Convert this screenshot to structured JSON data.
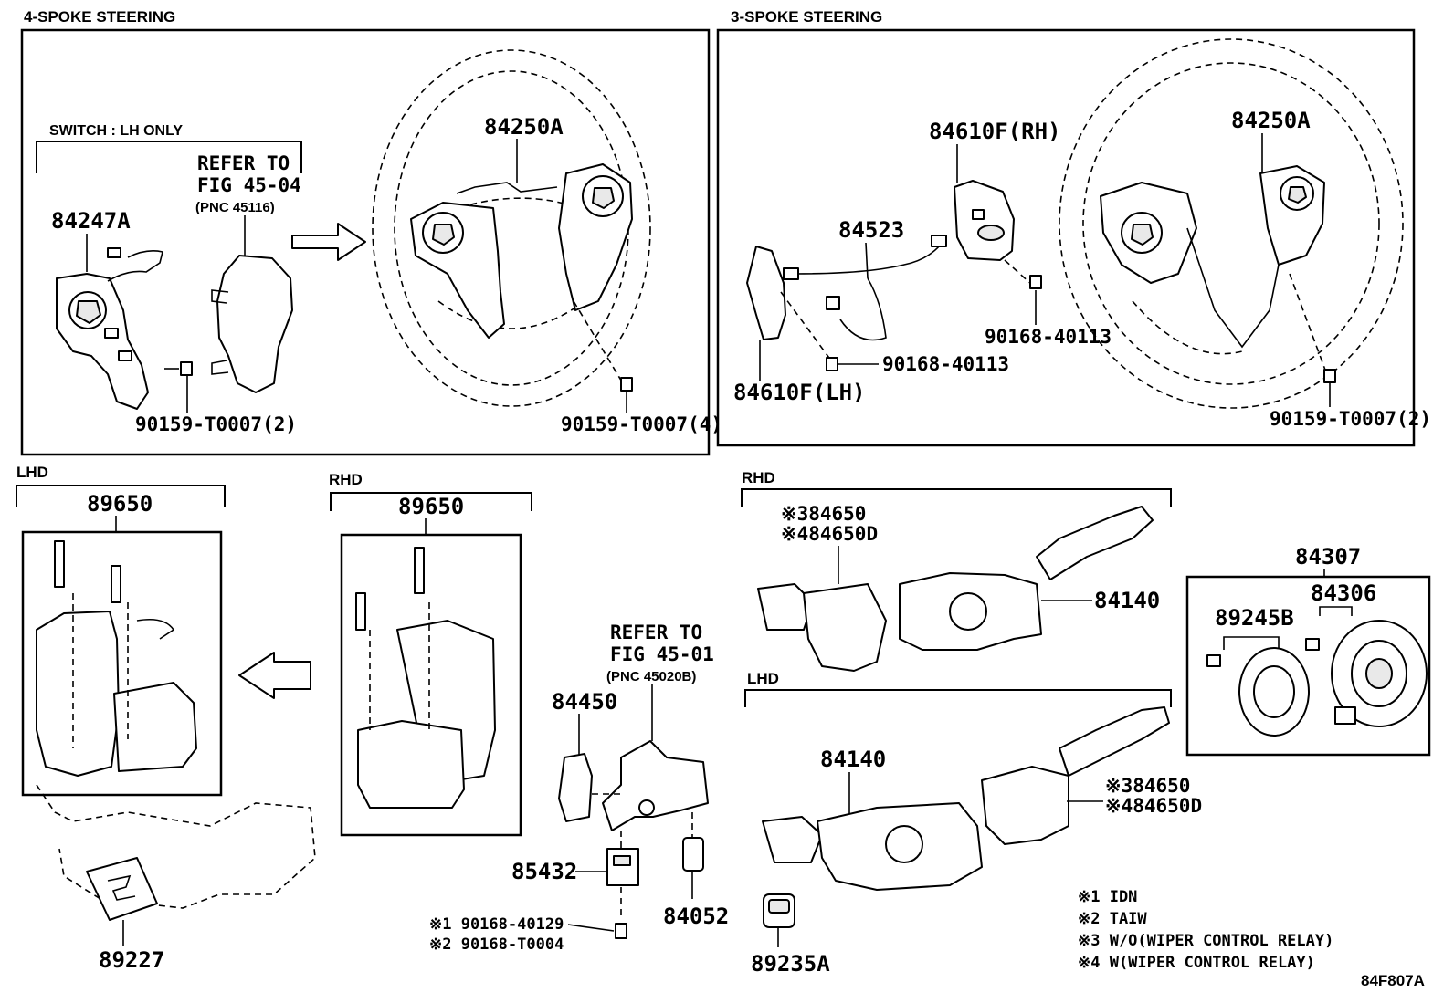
{
  "sections": {
    "four_spoke": "4-SPOKE STEERING",
    "three_spoke": "3-SPOKE STEERING",
    "lhd_left": "LHD",
    "rhd_left": "RHD",
    "rhd_right": "RHD",
    "lhd_right": "LHD"
  },
  "four_spoke": {
    "bracket": "SWITCH : LH ONLY",
    "refer_1": "REFER TO",
    "refer_2": "FIG 45-04",
    "refer_3": "(PNC 45116)",
    "p_84247A": "84247A",
    "p_84250A": "84250A",
    "p_90159_2": "90159-T0007(2)",
    "p_90159_4": "90159-T0007(4)"
  },
  "three_spoke": {
    "p_84610F_RH": "84610F(RH)",
    "p_84523": "84523",
    "p_84250A": "84250A",
    "p_90168_a": "90168-40113",
    "p_90168_b": "90168-40113",
    "p_84610F_LH": "84610F(LH)",
    "p_90159_2": "90159-T0007(2)"
  },
  "column": {
    "lhd_89650": "89650",
    "rhd_89650": "89650",
    "p_89227": "89227",
    "refer_1": "REFER TO",
    "refer_2": "FIG 45-01",
    "refer_3": "(PNC 45020B)",
    "p_84450": "84450",
    "p_85432": "85432",
    "p_84052": "84052",
    "p_90168_40129": "※1 90168-40129",
    "p_90168_T0004": "※2 90168-T0004"
  },
  "combo": {
    "rhd_84650": "※384650",
    "rhd_84650D": "※484650D",
    "rhd_84140": "84140",
    "lhd_84140": "84140",
    "lhd_84650": "※384650",
    "lhd_84650D": "※484650D",
    "p_89235A": "89235A",
    "p_84307": "84307",
    "p_89245B": "89245B",
    "p_84306": "84306"
  },
  "notes": {
    "n1": "※1 IDN",
    "n2": "※2 TAIW",
    "n3": "※3 W/O(WIPER CONTROL RELAY)",
    "n4": "※4 W(WIPER CONTROL RELAY)"
  },
  "figure_id": "84F807A"
}
